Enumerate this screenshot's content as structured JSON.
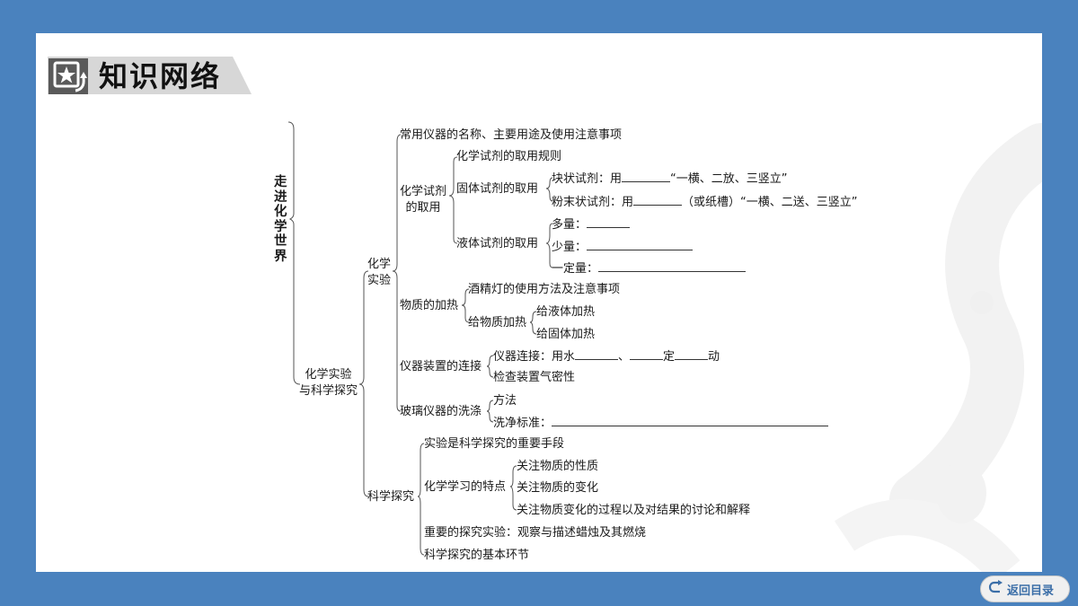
{
  "header": {
    "title": "知识网络"
  },
  "nav": {
    "back_label": "返回目录"
  },
  "tree": {
    "root": "走进化学世界",
    "lvl1": "化学实验\n与科学探究",
    "lab": "化学\n实验",
    "lab_items": {
      "instruments": "常用仪器的名称、主要用途及使用注意事项",
      "reagents": "化学试剂\n的取用",
      "reagents_rules": "化学试剂的取用规则",
      "solid": "固体试剂的取用",
      "solid_block_a": "块状试剂：用",
      "solid_block_b": "“一横、二放、三竖立”",
      "solid_powder_a": "粉末状试剂：用",
      "solid_powder_b": "（或纸槽）“一横、二送、三竖立”",
      "liquid": "液体试剂的取用",
      "liquid_many": "多量：",
      "liquid_few": "少量：",
      "liquid_fixed": "一定量：",
      "heating": "物质的加热",
      "lamp": "酒精灯的使用方法及注意事项",
      "heat_sub": "给物质加热",
      "heat_liquid": "给液体加热",
      "heat_solid": "给固体加热",
      "connect": "仪器装置的连接",
      "connect_a": "仪器连接：用水",
      "connect_b": "、",
      "connect_c": "定",
      "connect_d": "动",
      "airtight": "检查装置气密性",
      "wash": "玻璃仪器的洗涤",
      "wash_method": "方法",
      "wash_std": "洗净标准："
    },
    "sci": "科学探究",
    "sci_items": {
      "means": "实验是科学探究的重要手段",
      "features": "化学学习的特点",
      "f1": "关注物质的性质",
      "f2": "关注物质的变化",
      "f3": "关注物质变化的过程以及对结果的讨论和解释",
      "candle": "重要的探究实验：观察与描述蜡烛及其燃烧",
      "steps": "科学探究的基本环节"
    }
  }
}
